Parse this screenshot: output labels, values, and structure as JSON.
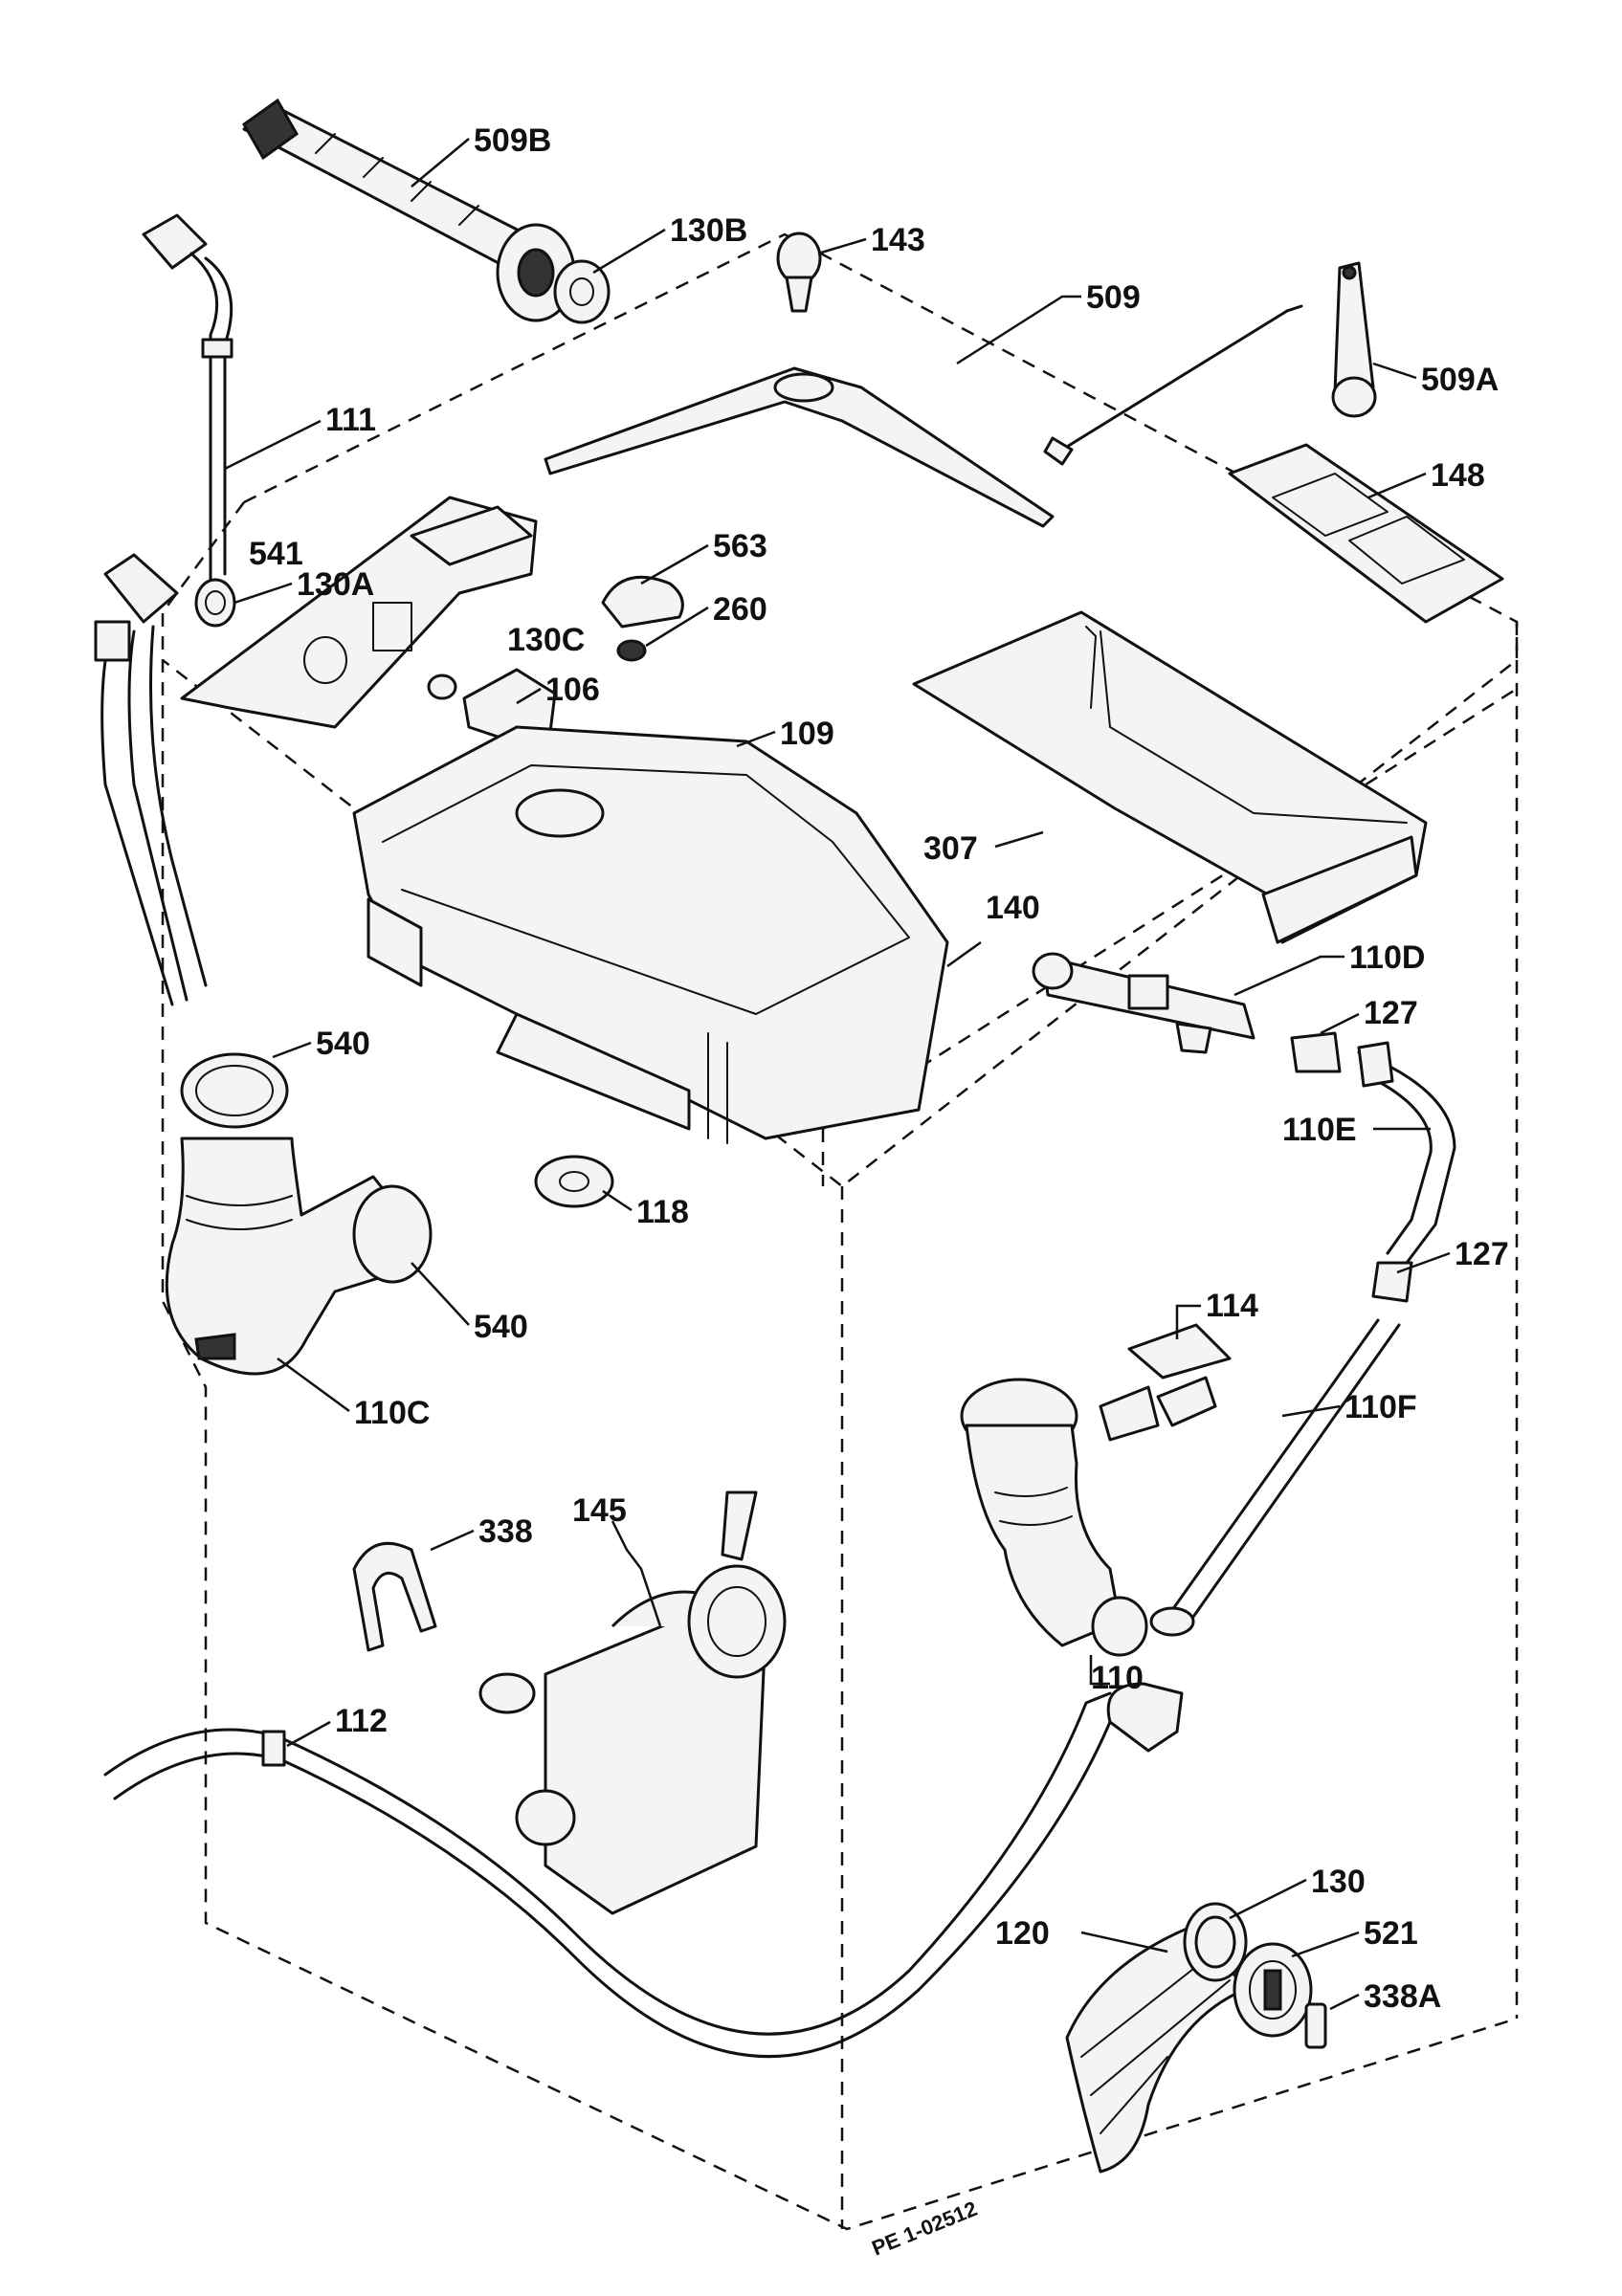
{
  "labels": [
    {
      "id": "509B",
      "text": "509B"
    },
    {
      "id": "130B",
      "text": "130B"
    },
    {
      "id": "143",
      "text": "143"
    },
    {
      "id": "509",
      "text": "509"
    },
    {
      "id": "509A",
      "text": "509A"
    },
    {
      "id": "111",
      "text": "111"
    },
    {
      "id": "148",
      "text": "148"
    },
    {
      "id": "541",
      "text": "541"
    },
    {
      "id": "130A",
      "text": "130A"
    },
    {
      "id": "563",
      "text": "563"
    },
    {
      "id": "260",
      "text": "260"
    },
    {
      "id": "130C",
      "text": "130C"
    },
    {
      "id": "106",
      "text": "106"
    },
    {
      "id": "109",
      "text": "109"
    },
    {
      "id": "307",
      "text": "307"
    },
    {
      "id": "140",
      "text": "140"
    },
    {
      "id": "110D",
      "text": "110D"
    },
    {
      "id": "127a",
      "text": "127"
    },
    {
      "id": "540a",
      "text": "540"
    },
    {
      "id": "110E",
      "text": "110E"
    },
    {
      "id": "118",
      "text": "118"
    },
    {
      "id": "127b",
      "text": "127"
    },
    {
      "id": "540b",
      "text": "540"
    },
    {
      "id": "114",
      "text": "114"
    },
    {
      "id": "110C",
      "text": "110C"
    },
    {
      "id": "110F",
      "text": "110F"
    },
    {
      "id": "145",
      "text": "145"
    },
    {
      "id": "338",
      "text": "338"
    },
    {
      "id": "110",
      "text": "110"
    },
    {
      "id": "112",
      "text": "112"
    },
    {
      "id": "130",
      "text": "130"
    },
    {
      "id": "120",
      "text": "120"
    },
    {
      "id": "521",
      "text": "521"
    },
    {
      "id": "338A",
      "text": "338A"
    }
  ],
  "drawing_code": "PE 1-02512"
}
